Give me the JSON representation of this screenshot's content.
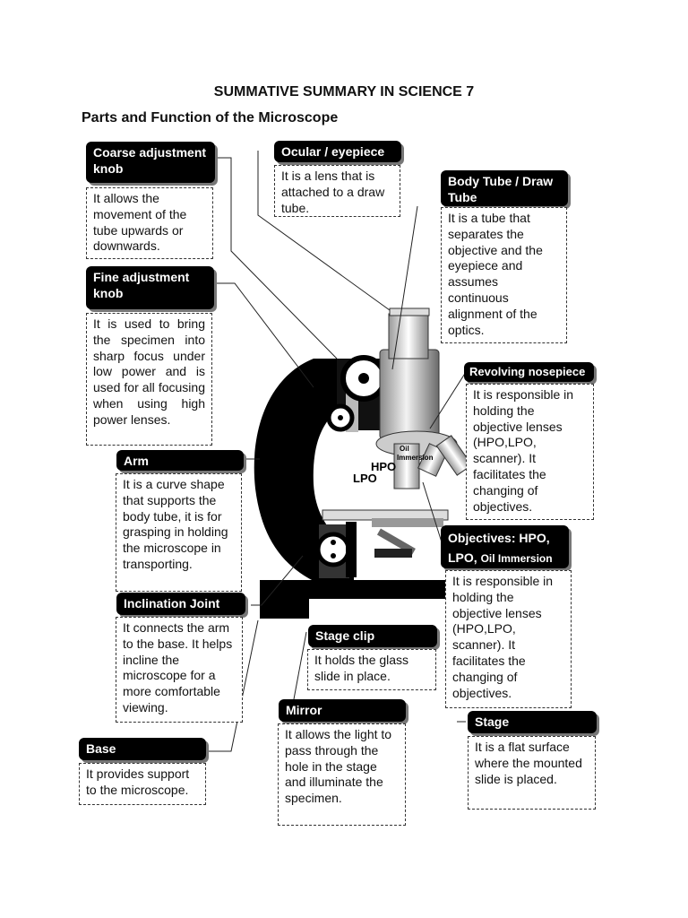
{
  "header": {
    "title": "SUMMATIVE SUMMARY IN SCIENCE 7",
    "subtitle": "Parts and Function of the Microscope"
  },
  "parts": {
    "coarse": {
      "label": "Coarse adjustment knob",
      "desc": "It allows the movement of the tube upwards or downwards."
    },
    "ocular": {
      "label": "Ocular / eyepiece",
      "desc": "It is a lens that is attached to a draw tube."
    },
    "body_tube": {
      "label": "Body Tube / Draw Tube",
      "desc": "It is a tube that separates the objective and the eyepiece and assumes continuous alignment of the optics."
    },
    "fine": {
      "label": "Fine adjustment knob",
      "desc": "It is used to bring the specimen into sharp focus under low power and is used for all focusing when using high power lenses."
    },
    "nosepiece": {
      "label": "Revolving nosepiece",
      "desc": "It is responsible in holding the objective lenses (HPO,LPO, scanner). It facilitates the changing of objectives."
    },
    "arm": {
      "label": "Arm",
      "desc": "It is a curve shape that supports the body tube, it is for grasping in holding the microscope in transporting."
    },
    "objectives": {
      "label_main": "Objectives: HPO,",
      "label_line2": "LPO,",
      "label_small": "Oil Immersion",
      "desc": "It is responsible in holding the objective lenses (HPO,LPO, scanner). It facilitates the changing of objectives."
    },
    "inclination": {
      "label": "Inclination Joint",
      "desc": "It connects the arm to the base. It helps incline the microscope for a more comfortable viewing."
    },
    "stage_clip": {
      "label": "Stage clip",
      "desc": "It holds the glass slide in place."
    },
    "mirror": {
      "label": "Mirror",
      "desc": "It allows the light to pass through the hole in the stage and illuminate the specimen."
    },
    "stage": {
      "label": "Stage",
      "desc": "It is a flat surface where the mounted slide is placed."
    },
    "base": {
      "label": "Base",
      "desc": "It provides support to the microscope."
    }
  },
  "illustration": {
    "lens_labels": {
      "hpo": "HPO",
      "lpo": "LPO",
      "oil": "Oil",
      "immersion": "Immersion"
    }
  }
}
